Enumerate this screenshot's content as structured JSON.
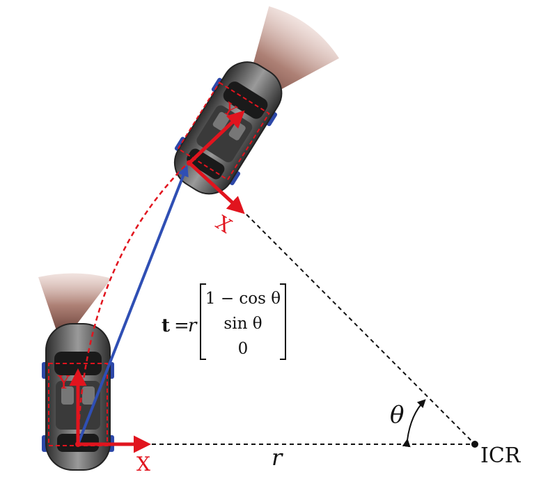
{
  "labels": {
    "x_axis_bottom": "X",
    "y_axis_bottom": "Y",
    "x_axis_top": "X",
    "y_axis_top": "Y",
    "radius": "r",
    "angle": "θ",
    "icr": "ICR"
  },
  "equation": {
    "lhs_vector": "t",
    "equals": "=",
    "scalar": "r",
    "row1": "1 − cos θ",
    "row2": "sin θ",
    "row3": "0"
  },
  "colors": {
    "axis_red": "#e1141e",
    "translation_blue": "#2f4fb4",
    "path_red": "#e1141e",
    "dashed_black": "#111111",
    "fov_brown": "#7a3a2c",
    "car_body": "#5a5a5a",
    "wheel_blue": "#2d48a8"
  },
  "icons": {
    "car_bottom": "car-top-view-icon",
    "car_top": "car-top-view-icon",
    "icr_point": "dot-icon"
  }
}
